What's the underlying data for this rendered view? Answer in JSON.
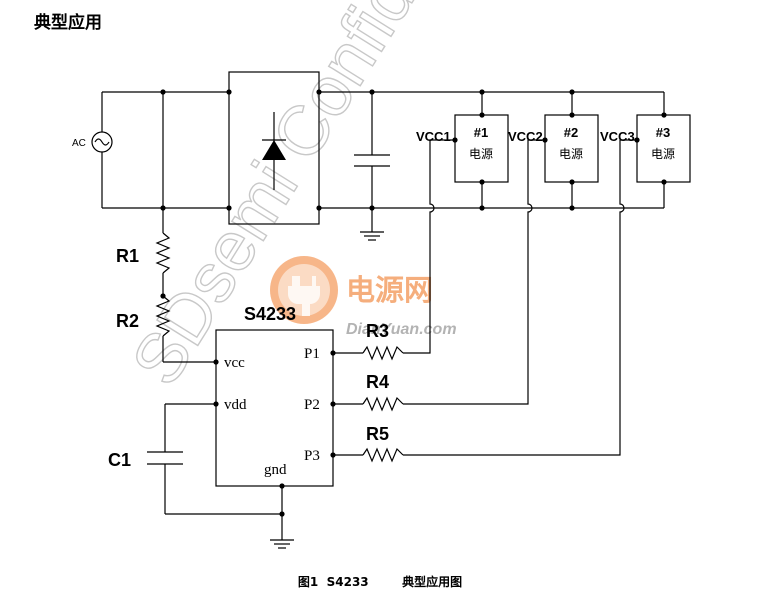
{
  "title": "典型应用",
  "watermark": "SDsemi Confidential",
  "logo": {
    "cn": "电源网",
    "en": "DianYuan.com"
  },
  "ac_label": "AC",
  "rectifier_block": "",
  "components": {
    "r1": "R1",
    "r2": "R2",
    "r3": "R3",
    "r4": "R4",
    "r5": "R5",
    "c1": "C1"
  },
  "chip": {
    "name": "S4233",
    "pins": {
      "vcc": "vcc",
      "vdd": "vdd",
      "gnd": "gnd",
      "p1": "P1",
      "p2": "P2",
      "p3": "P3"
    }
  },
  "supplies": [
    {
      "vcc_label": "VCC1",
      "num": "#1",
      "name": "电源"
    },
    {
      "vcc_label": "VCC2",
      "num": "#2",
      "name": "电源"
    },
    {
      "vcc_label": "VCC3",
      "num": "#3",
      "name": "电源"
    }
  ],
  "caption": {
    "figure": "图1  S4233",
    "text": "典型应用图"
  }
}
